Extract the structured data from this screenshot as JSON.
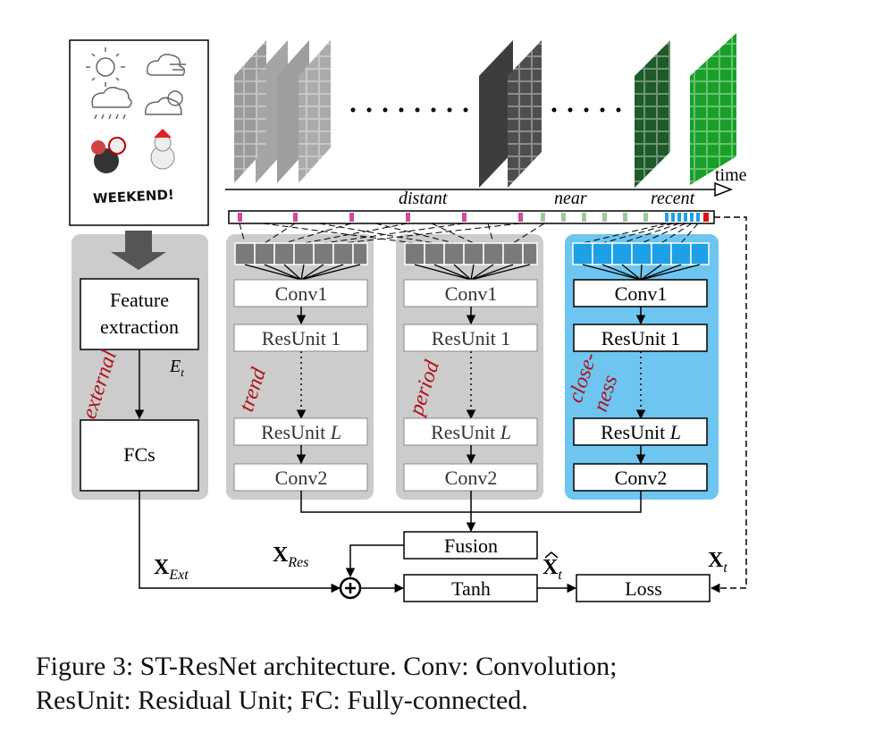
{
  "diagram": {
    "time_label": "time",
    "timeline_labels": {
      "distant": "distant",
      "near": "near",
      "recent": "recent"
    },
    "external_title": "WEEKEND!",
    "feature_extraction": [
      "Feature",
      "extraction"
    ],
    "et_label": "E",
    "et_sub": "t",
    "fcs_label": "FCs",
    "branch_labels": {
      "external": "external",
      "trend": "trend",
      "period": "period",
      "closeness_1": "close-",
      "closeness_2": "ness"
    },
    "conv1": "Conv1",
    "resunit1": "ResUnit 1",
    "resunitL_prefix": "ResUnit ",
    "resunitL_var": "L",
    "conv2": "Conv2",
    "fusion": "Fusion",
    "tanh": "Tanh",
    "loss": "Loss",
    "x_res": "X",
    "x_res_sub": "Res",
    "x_ext": "X",
    "x_ext_sub": "Ext",
    "x_hat": "X",
    "x_hat_sub": "t",
    "x_t": "X",
    "x_t_sub": "t",
    "plus": "+",
    "colors": {
      "panel_gray": "#cccccc",
      "panel_blue": "#6ec6f0",
      "cell_gray": "#7a7a7a",
      "cell_blue": "#1ea0e6",
      "label_red": "#b0101a",
      "tick_pink": "#d04aa0",
      "tick_green": "#9ccc9c"
    }
  },
  "caption": {
    "line1": "Figure 3: ST-ResNet architecture. Conv: Convolution;",
    "line2": "ResUnit: Residual Unit; FC: Fully-connected."
  }
}
